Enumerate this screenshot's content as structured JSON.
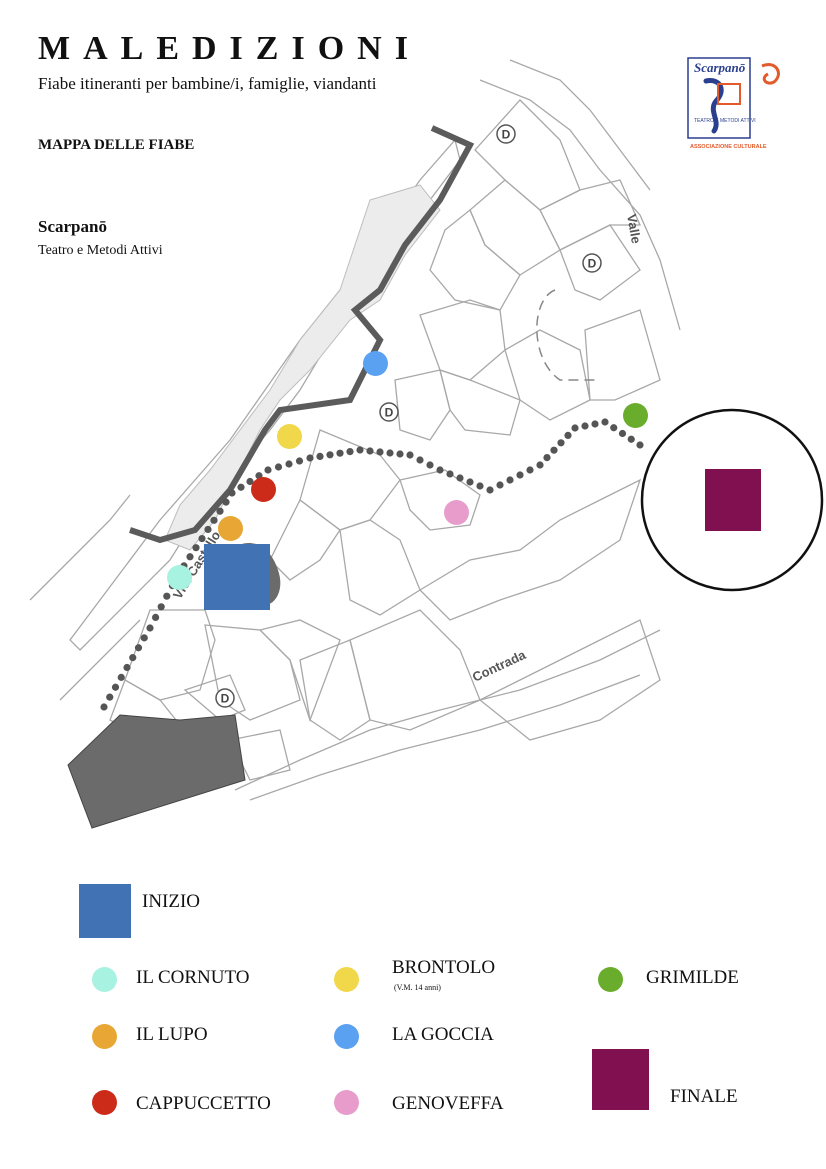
{
  "header": {
    "title": "MALEDIZIONI",
    "subtitle": "Fiabe itineranti per bambine/i, famiglie, viandanti",
    "map_heading": "MAPPA DELLE FIABE",
    "company": "Scarpanō",
    "company_sub": "Teatro e Metodi Attivi"
  },
  "logo": {
    "name": "Scarpanō",
    "text": "TEATRO E METODI ATTIVI",
    "footer": "ASSOCIAZIONE CULTURALE"
  },
  "map": {
    "streets": [
      "Vic. Castello",
      "Contrada",
      "Valle"
    ],
    "parking_label": "D"
  },
  "legend": {
    "start": {
      "label": "INIZIO",
      "color": "#4173b4"
    },
    "finale": {
      "label": "FINALE",
      "color": "#80104f"
    },
    "stops": [
      {
        "label": "IL CORNUTO",
        "color": "#a8f2e2"
      },
      {
        "label": "IL LUPO",
        "color": "#e8a734"
      },
      {
        "label": "CAPPUCCETTO",
        "color": "#cc2b1a"
      },
      {
        "label": "BRONTOLO",
        "note": "(V.M. 14 anni)",
        "color": "#f1d84a"
      },
      {
        "label": "LA GOCCIA",
        "color": "#5aa1f2"
      },
      {
        "label": "GENOVEFFA",
        "color": "#e89ccb"
      },
      {
        "label": "GRIMILDE",
        "color": "#6aad2c"
      }
    ]
  }
}
